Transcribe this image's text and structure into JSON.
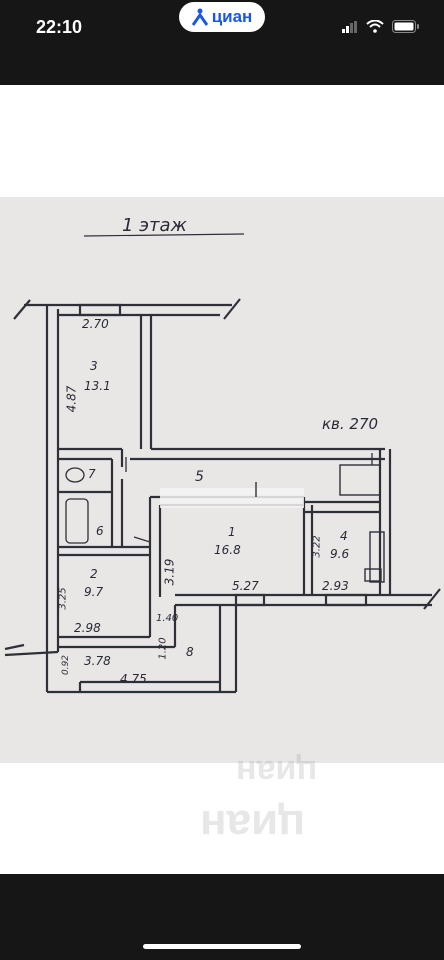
{
  "status_bar": {
    "time": "22:10",
    "app_badge": "циан"
  },
  "plan": {
    "title": "1 этаж",
    "apartment": "кв. 270",
    "rooms": [
      {
        "num": "3",
        "area": "13.1"
      },
      {
        "num": "5"
      },
      {
        "num": "7"
      },
      {
        "num": "6"
      },
      {
        "num": "1",
        "area": "16.8"
      },
      {
        "num": "4",
        "area": "9.6"
      },
      {
        "num": "2",
        "area": "9.7"
      },
      {
        "num": "8"
      }
    ],
    "dims": {
      "d_270": "2.70",
      "d_487": "4.87",
      "d_319": "3.19",
      "d_527": "5.27",
      "d_322": "3.22",
      "d_293": "2.93",
      "d_325": "3.25",
      "d_298": "2.98",
      "d_140": "1.40",
      "d_120": "1.20",
      "d_378": "3.78",
      "d_475": "4.75",
      "d_092": "0.92"
    }
  },
  "watermark": {
    "text": "циан"
  }
}
